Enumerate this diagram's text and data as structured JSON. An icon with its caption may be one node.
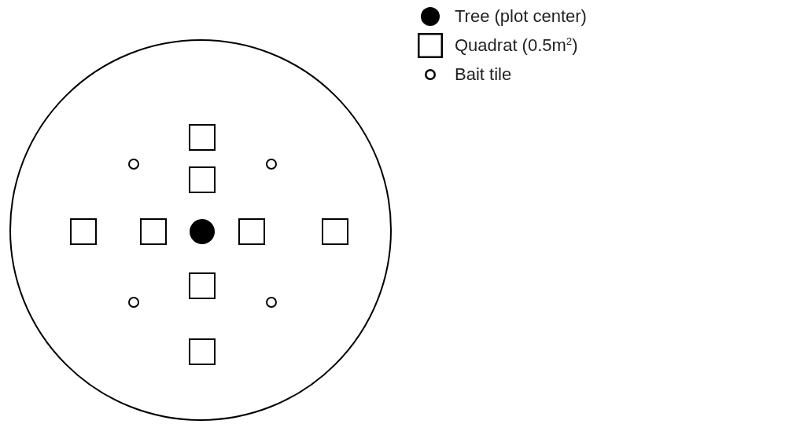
{
  "diagram": {
    "nodes": [
      {
        "text": [],
        "shape": "circle"
      },
      {
        "text": [],
        "shape": "box",
        "in": 0
      },
      {
        "text": [],
        "shape": "circle",
        "in": 0
      },
      {
        "text": [],
        "shape": "circle",
        "in": 0
      },
      {
        "text": [],
        "shape": "box",
        "in": 0
      },
      {
        "text": [],
        "shape": "box",
        "in": 0
      },
      {
        "text": [],
        "shape": "box",
        "in": 0
      },
      {
        "text": [],
        "shape": "dot",
        "in": 0
      },
      {
        "text": [],
        "shape": "box",
        "in": 0
      },
      {
        "text": [],
        "shape": "box",
        "in": 0
      },
      {
        "text": [],
        "shape": "box",
        "in": 0
      },
      {
        "text": [],
        "shape": "circle",
        "in": 0
      },
      {
        "text": [],
        "shape": "circle",
        "in": 0
      },
      {
        "text": [],
        "shape": "box",
        "in": 0
      }
    ],
    "legend": [
      {
        "text": "Tree (plot center)"
      },
      {
        "text": "Quadrat (0.5m$^{2}$)"
      },
      {
        "text": "Bait tile"
      }
    ]
  }
}
